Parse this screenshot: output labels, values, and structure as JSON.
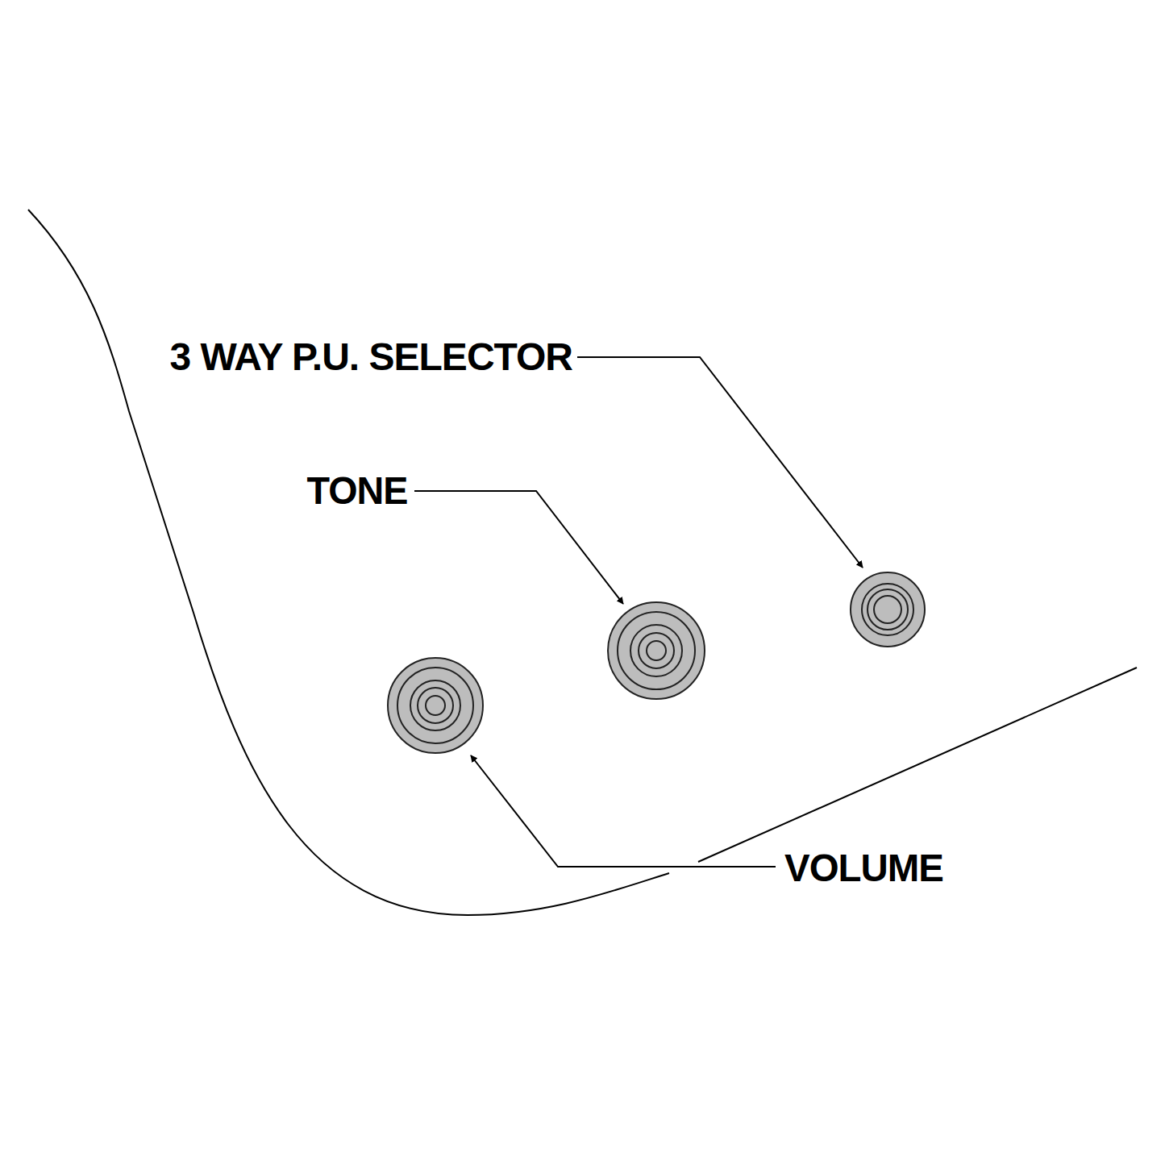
{
  "diagram": {
    "labels": [
      "3 WAY P.U. SELECTOR",
      "TONE",
      "VOLUME"
    ]
  }
}
